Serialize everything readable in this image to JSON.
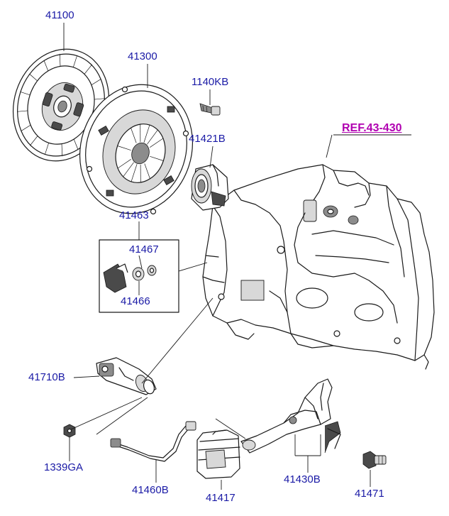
{
  "labels": {
    "clutch_disc": "41100",
    "clutch_cover": "41300",
    "bolt": "1140KB",
    "release_bearing": "41421B",
    "ref_transaxle": "REF.43-430",
    "clip_kit": "41463",
    "clip_a": "41467",
    "clip_b": "41466",
    "release_cylinder": "41710B",
    "bleeder_nut": "1339GA",
    "hose_assembly": "41460B",
    "dust_boot": "41417",
    "release_fork": "41430B",
    "fork_bolt": "41471"
  }
}
